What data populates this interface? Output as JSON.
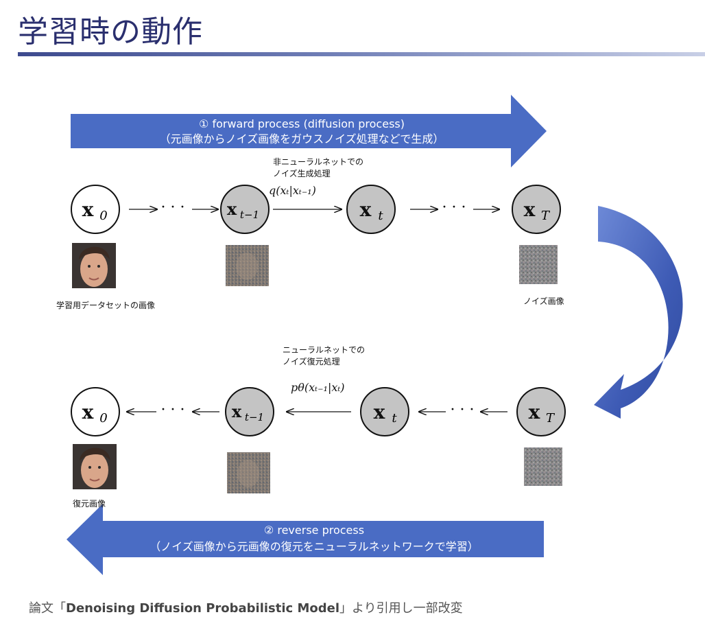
{
  "title": "学習時の動作",
  "forward_arrow": {
    "line1": "① forward process (diffusion process)",
    "line2": "（元画像からノイズ画像をガウスノイズ処理などで生成）"
  },
  "reverse_arrow": {
    "line1": "② reverse process",
    "line2": "（ノイズ画像から元画像の復元をニューラルネットワークで学習）"
  },
  "top_row": {
    "note_line1": "非ニューラルネットでの",
    "note_line2": "ノイズ生成処理",
    "equation": "q(xₜ|xₜ₋₁)",
    "label_left": "学習用データセットの画像",
    "label_right": "ノイズ画像"
  },
  "bottom_row": {
    "note_line1": "ニューラルネットでの",
    "note_line2": "ノイズ復元処理",
    "equation": "pθ(xₜ₋₁|xₜ)",
    "label_left": "復元画像"
  },
  "nodes": {
    "x0": "x",
    "x0_sub": "0",
    "xt1": "x",
    "xt1_sub": "t−1",
    "xt": "x",
    "xt_sub": "t",
    "xT": "x",
    "xT_sub": "T"
  },
  "dots": "· · ·",
  "caption": {
    "prefix": "論文「",
    "paper": "Denoising Diffusion Probabilistic Model",
    "suffix": "」より引用し一部改変"
  },
  "colors": {
    "arrow_blue": "#4a6cc4",
    "node_gray": "#c4c4c4",
    "title_color": "#2a2f6e"
  }
}
